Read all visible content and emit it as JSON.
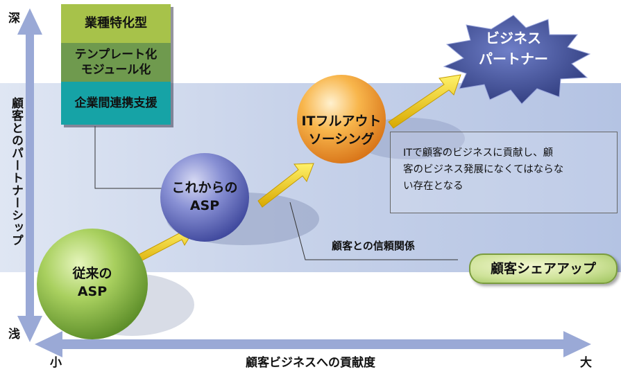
{
  "boxes": {
    "industry": "業種特化型",
    "template_line1": "テンプレート化",
    "template_line2": "モジュール化",
    "integration": "企業間連携支援"
  },
  "axes": {
    "vertical_title": "顧客とのパートナーシップ",
    "vertical_top": "深",
    "vertical_bottom": "浅",
    "horizontal_title": "顧客ビジネスへの貢献度",
    "horizontal_left": "小",
    "horizontal_right": "大"
  },
  "stages": {
    "stage1_line1": "従来の",
    "stage1_line2": "ASP",
    "stage2_line1": "これからの",
    "stage2_line2": "ASP",
    "stage3_line1": "ITフルアウト",
    "stage3_line2": "ソーシング",
    "goal_line1": "ビジネス",
    "goal_line2": "パートナー"
  },
  "note": {
    "line1": "ITで顧客のビジネスに貢献し、顧",
    "line2": "客のビジネス発展になくてはならな",
    "line3": "い存在となる"
  },
  "trust_label": "顧客との信頼関係",
  "share_label": "顧客シェアアップ",
  "colors": {
    "band": "#c8d3ea",
    "axis": "#9aa9d6",
    "arrow": "#f2d21a",
    "sphere_green": "#8dc04a",
    "sphere_blue": "#6b73c6",
    "sphere_orange": "#f3a132",
    "star": "#3f4f9a"
  }
}
